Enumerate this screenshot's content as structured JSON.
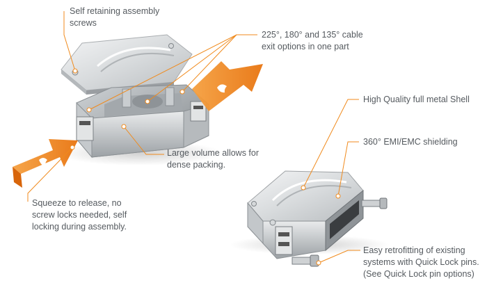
{
  "colors": {
    "accent": "#f08a1c",
    "text": "#555a5f",
    "metal_light": "#eef0f2",
    "metal_dark": "#8d9296"
  },
  "callouts": {
    "screws": {
      "lines": [
        "Self retaining assembly",
        "screws"
      ]
    },
    "cable_exit": {
      "lines": [
        "225°, 180° and 135° cable",
        "exit options in one part"
      ]
    },
    "volume": {
      "lines": [
        "Large volume allows for",
        "dense packing."
      ]
    },
    "squeeze": {
      "lines": [
        "Squeeze to release, no",
        "screw locks needed, self",
        "locking during assembly."
      ]
    },
    "metal_shell": {
      "lines": [
        "High Quality full metal Shell"
      ]
    },
    "emi": {
      "lines": [
        "360° EMI/EMC shielding"
      ]
    },
    "retrofit": {
      "lines": [
        "Easy retrofitting of existing",
        "systems with Quick Lock pins.",
        "(See Quick Lock pin options)"
      ]
    }
  },
  "icons": {
    "left_arrow": "squeeze-arrow-left-icon",
    "right_arrow": "squeeze-arrow-right-icon",
    "hand": "hand-pinch-icon"
  }
}
